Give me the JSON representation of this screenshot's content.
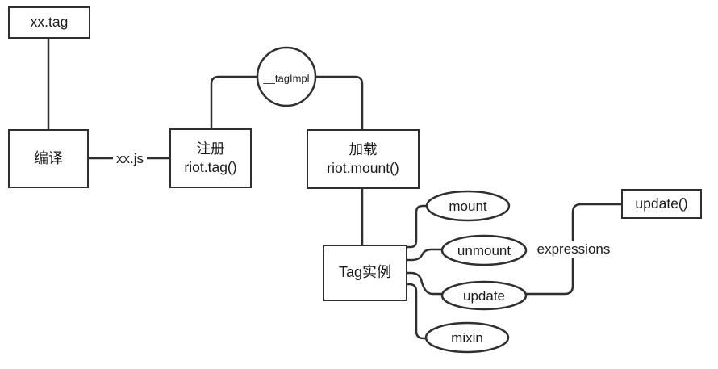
{
  "colors": {
    "background": "#ffffff",
    "stroke": "#2f2f2f",
    "text": "#1b1b1b"
  },
  "nodes": {
    "xx_tag": {
      "label": "xx.tag"
    },
    "compile": {
      "label": "编译"
    },
    "register": {
      "line1": "注册",
      "line2": "riot.tag()"
    },
    "tag_impl": {
      "label": "__tagImpl"
    },
    "load": {
      "line1": "加载",
      "line2": "riot.mount()"
    },
    "tag_instance": {
      "label": "Tag实例"
    },
    "update_fn": {
      "label": "update()"
    }
  },
  "lifecycle_events": {
    "mount": {
      "label": "mount"
    },
    "unmount": {
      "label": "unmount"
    },
    "update": {
      "label": "update"
    },
    "mixin": {
      "label": "mixin"
    }
  },
  "edge_labels": {
    "xx_js": "xx.js",
    "expressions": "expressions"
  }
}
